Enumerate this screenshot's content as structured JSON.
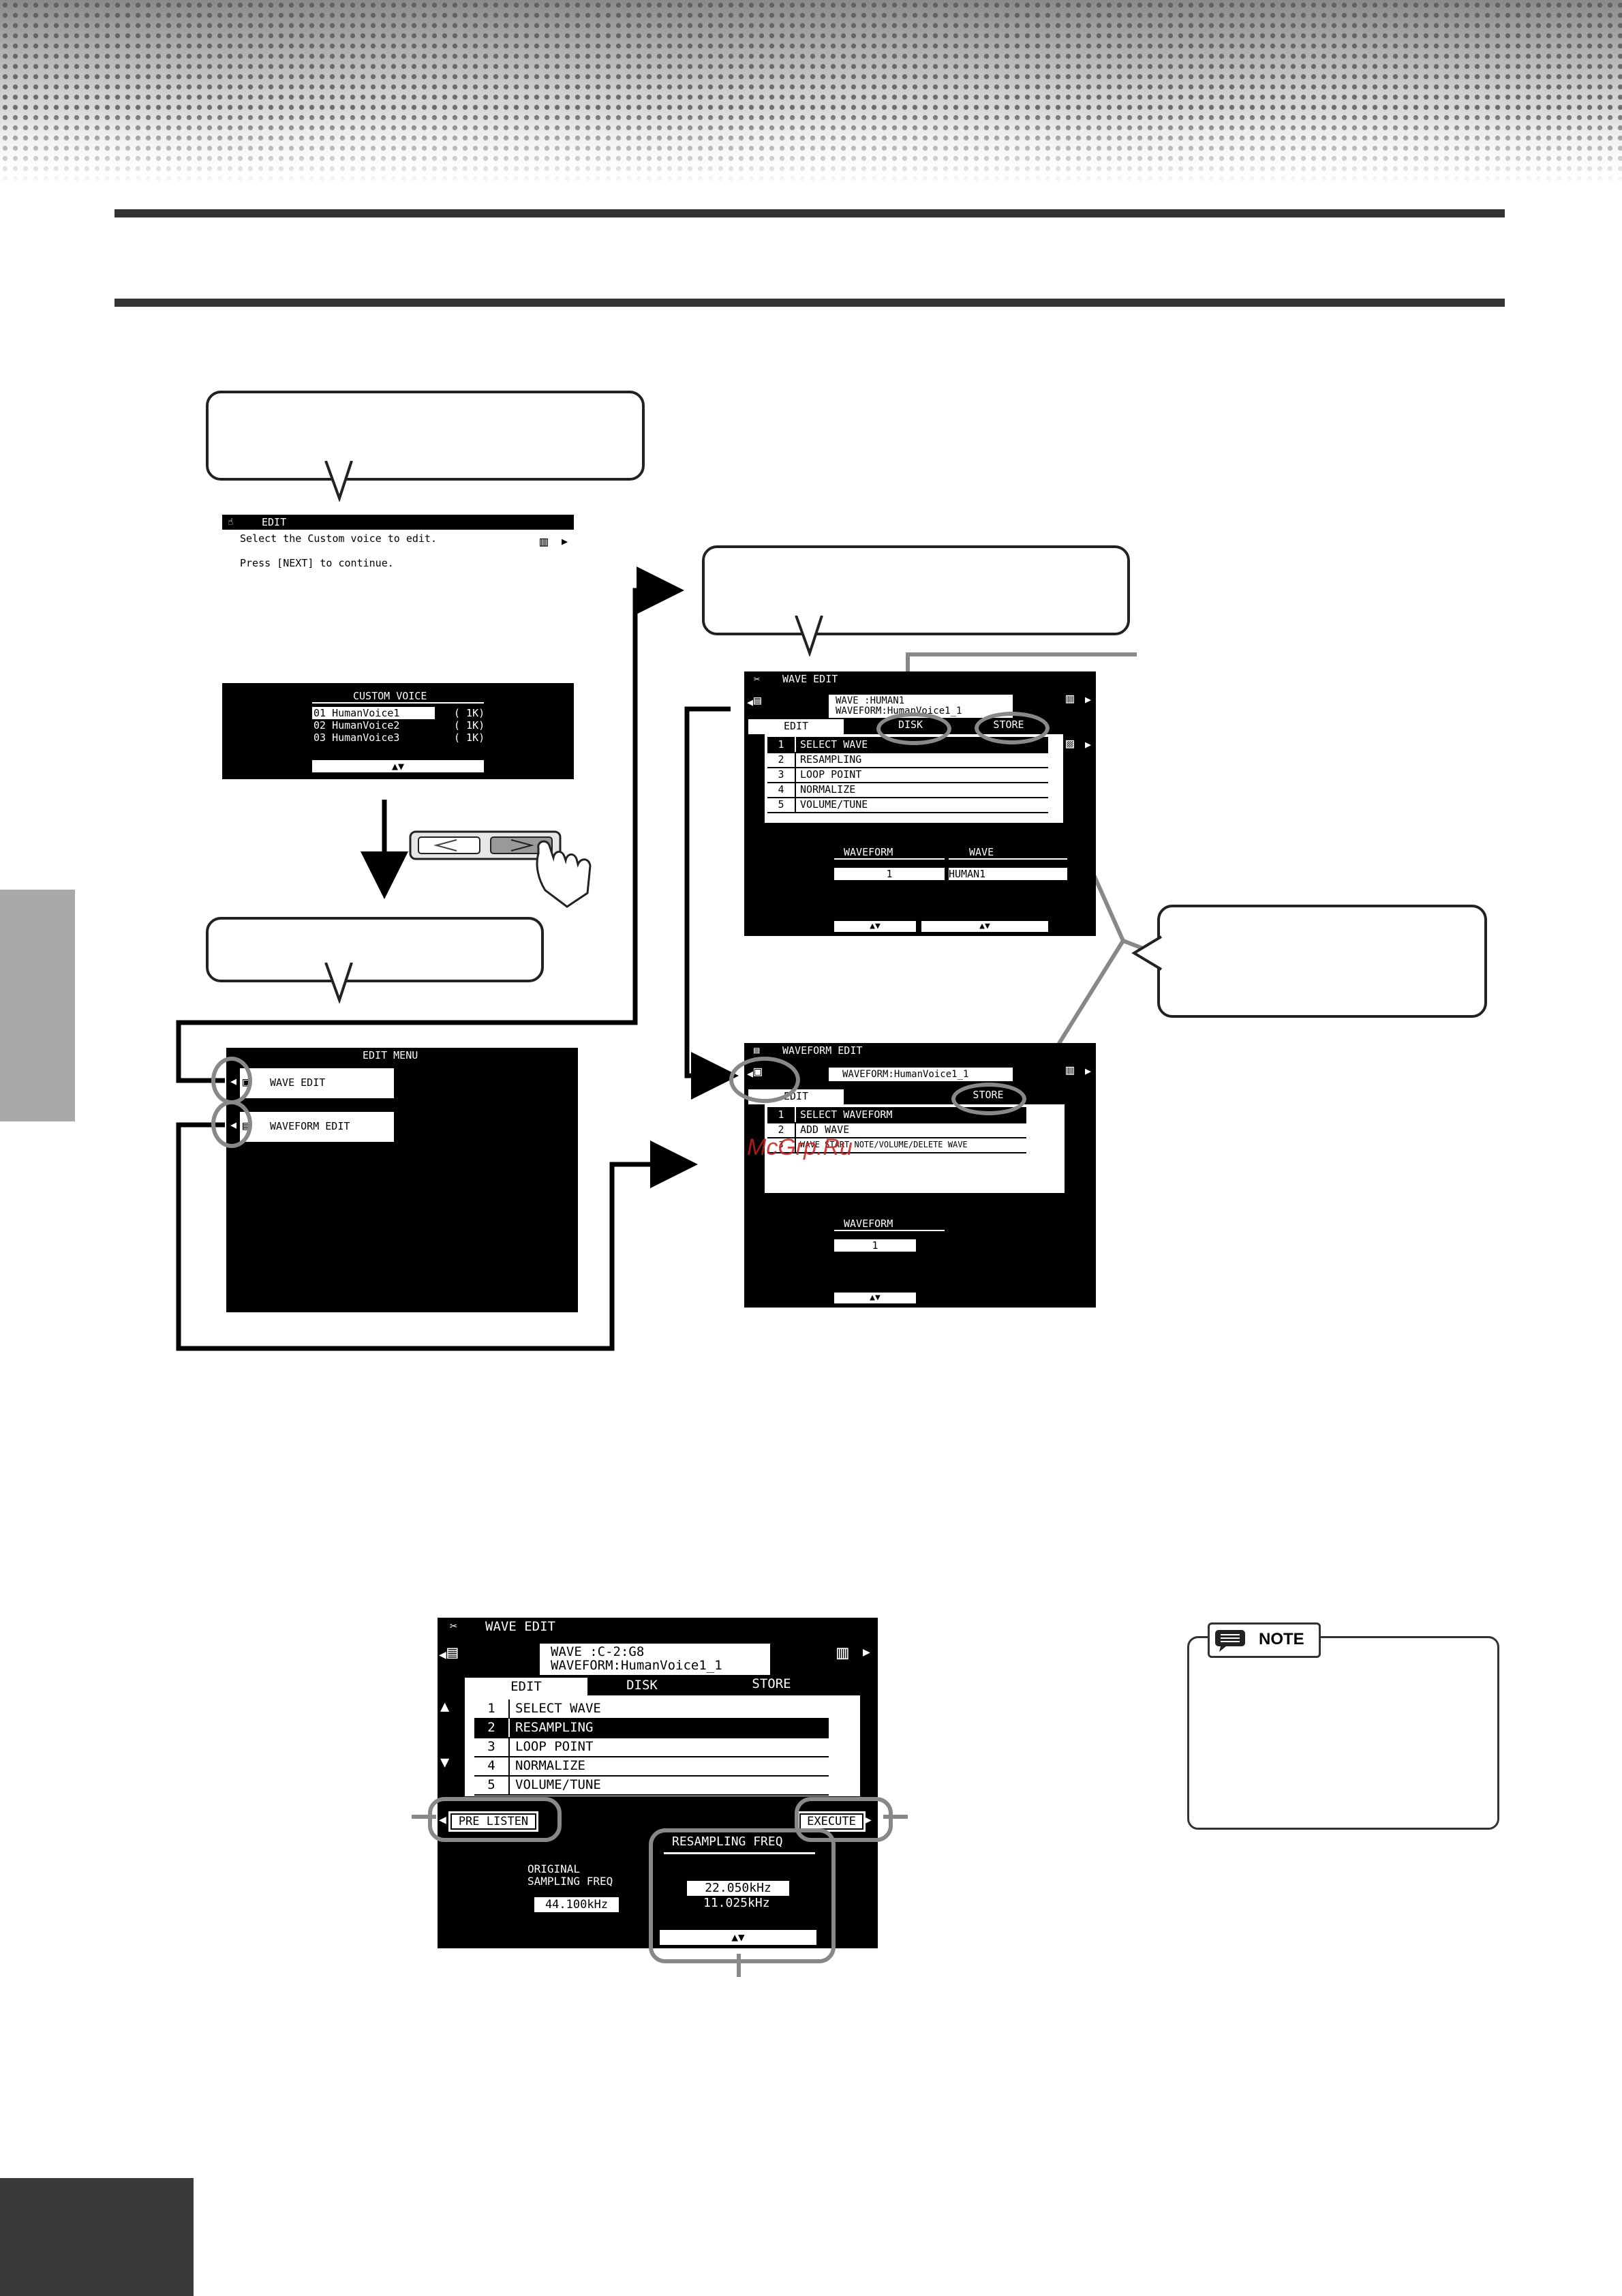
{
  "screen1": {
    "title": "EDIT",
    "line1": "Select the Custom voice to edit.",
    "line2": "Press [NEXT] to continue.",
    "list_header": "CUSTOM VOICE",
    "voices": [
      {
        "name": "01 HumanVoice1",
        "size": "( 1K)"
      },
      {
        "name": "02 HumanVoice2",
        "size": "( 1K)"
      },
      {
        "name": "03 HumanVoice3",
        "size": "( 1K)"
      }
    ],
    "scroll": "▲▼"
  },
  "screen2": {
    "title": "EDIT MENU",
    "items": [
      "WAVE EDIT",
      "WAVEFORM EDIT"
    ]
  },
  "screen3": {
    "title": "WAVE EDIT",
    "info1": "WAVE     :HUMAN1",
    "info2": "WAVEFORM:HumanVoice1_1",
    "tabs": [
      "EDIT",
      "DISK",
      "STORE"
    ],
    "menu": [
      {
        "n": "1",
        "label": "SELECT WAVE"
      },
      {
        "n": "2",
        "label": "RESAMPLING"
      },
      {
        "n": "3",
        "label": "LOOP POINT"
      },
      {
        "n": "4",
        "label": "NORMALIZE"
      },
      {
        "n": "5",
        "label": "VOLUME/TUNE"
      }
    ],
    "col1_header": "WAVEFORM",
    "col2_header": "WAVE",
    "col1_value": "1",
    "col2_value": "HUMAN1",
    "scroll": "▲▼"
  },
  "screen4": {
    "title": "WAVEFORM EDIT",
    "info1": "WAVEFORM:HumanVoice1_1",
    "tabs": [
      "EDIT",
      "STORE"
    ],
    "menu": [
      {
        "n": "1",
        "label": "SELECT WAVEFORM"
      },
      {
        "n": "2",
        "label": "ADD WAVE"
      },
      {
        "n": "3",
        "label": "WAVE START NOTE/VOLUME/DELETE WAVE"
      }
    ],
    "col_header": "WAVEFORM",
    "col_value": "1",
    "scroll": "▲▼"
  },
  "screen5": {
    "title": "WAVE EDIT",
    "info1": "WAVE     :C-2:G8",
    "info2": "WAVEFORM:HumanVoice1_1",
    "tabs": [
      "EDIT",
      "DISK",
      "STORE"
    ],
    "menu": [
      {
        "n": "1",
        "label": "SELECT WAVE"
      },
      {
        "n": "2",
        "label": "RESAMPLING"
      },
      {
        "n": "3",
        "label": "LOOP POINT"
      },
      {
        "n": "4",
        "label": "NORMALIZE"
      },
      {
        "n": "5",
        "label": "VOLUME/TUNE"
      }
    ],
    "pre_listen": "PRE LISTEN",
    "execute": "EXECUTE",
    "orig_label1": "ORIGINAL",
    "orig_label2": "SAMPLING FREQ",
    "orig_value": "44.100kHz",
    "resamp_header": "RESAMPLING FREQ",
    "resamp_sel": "22.050kHz",
    "resamp_other": "11.025kHz",
    "scroll": "▲▼"
  },
  "note": {
    "label": "NOTE"
  },
  "watermark": "McGrp.Ru"
}
